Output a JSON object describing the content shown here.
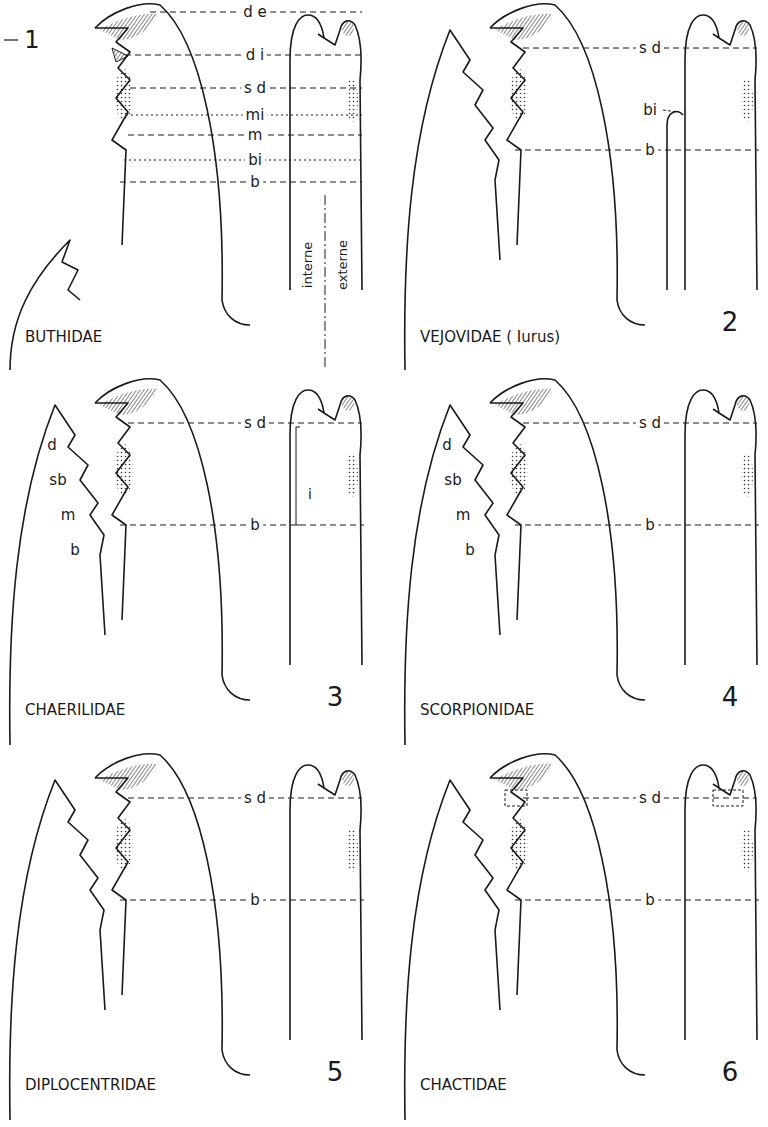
{
  "diagram": {
    "labels": [
      "1",
      "d e",
      "d i",
      "s d",
      "mi",
      "m",
      "bi",
      "b",
      "interne",
      "externe",
      "BUTHIDAE",
      "s d",
      "bi",
      "b",
      "VEJOVIDAE ( Iurus)",
      "2",
      "d",
      "sb",
      "m",
      "b",
      "s d",
      "b",
      "i",
      "CHAERILIDAE",
      "3",
      "d",
      "sb",
      "m",
      "b",
      "s d",
      "b",
      "SCORPIONIDAE",
      "4",
      "s d",
      "b",
      "DIPLOCENTRIDAE",
      "5",
      "s d",
      "b",
      "CHACTIDAE",
      "6"
    ]
  }
}
